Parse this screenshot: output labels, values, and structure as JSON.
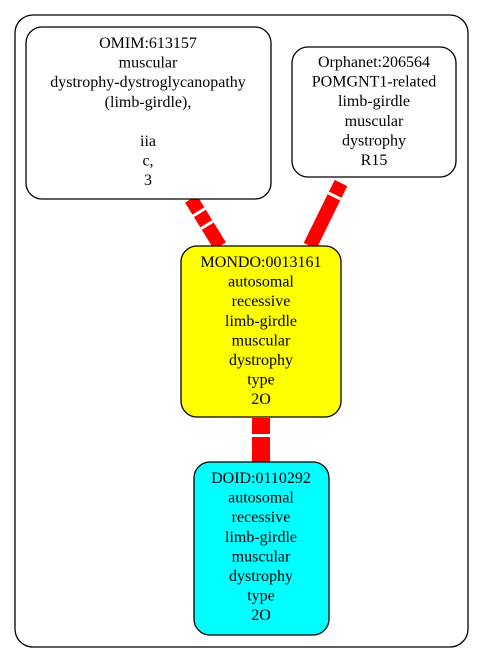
{
  "colors": {
    "background": "#ffffff",
    "outline": "#000000",
    "edge": "#ff0000",
    "mondo_fill": "#ffff00",
    "doid_fill": "#00ffff",
    "source_fill": "#ffffff"
  },
  "nodes": {
    "omim": {
      "lines": [
        "OMIM:613157",
        "muscular",
        "dystrophy-dystroglycanopathy",
        "(limb-girdle),",
        "",
        "iia",
        "c,",
        "3"
      ]
    },
    "orphanet": {
      "lines": [
        "Orphanet:206564",
        "POMGNT1-related",
        "limb-girdle",
        "muscular",
        "dystrophy",
        "R15"
      ]
    },
    "mondo": {
      "lines": [
        "MONDO:0013161",
        "autosomal",
        "recessive",
        "limb-girdle",
        "muscular",
        "dystrophy",
        "type",
        "2O"
      ]
    },
    "doid": {
      "lines": [
        "DOID:0110292",
        "autosomal",
        "recessive",
        "limb-girdle",
        "muscular",
        "dystrophy",
        "type",
        "2O"
      ]
    }
  }
}
